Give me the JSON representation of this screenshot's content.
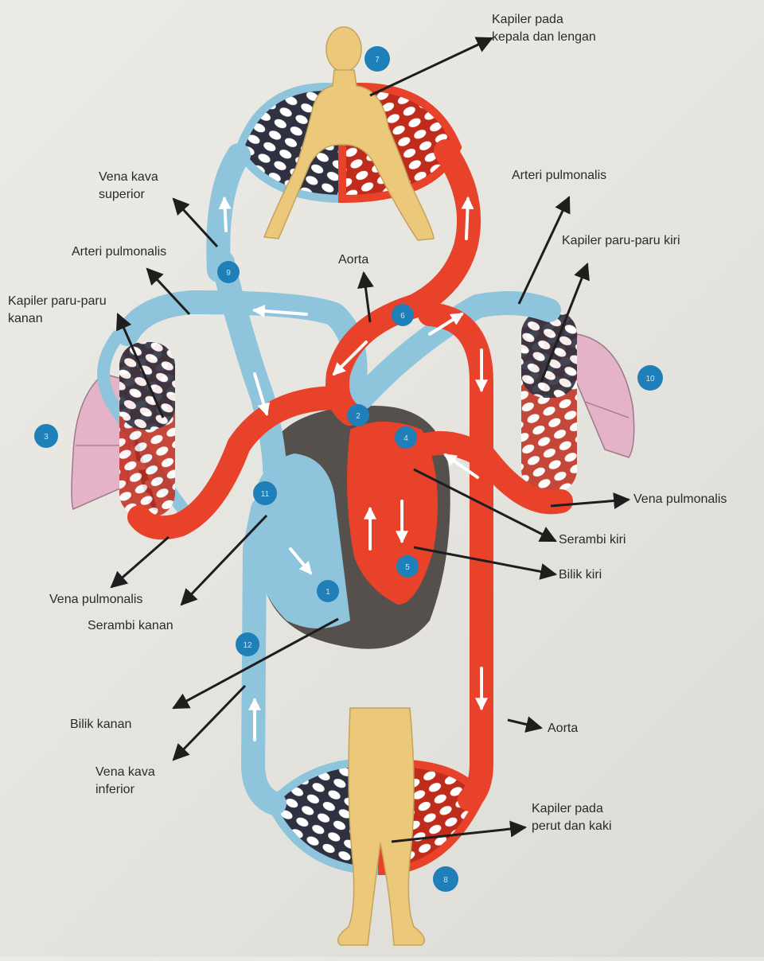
{
  "labels": {
    "kapiler_kepala": [
      "Kapiler pada",
      "kepala dan lengan"
    ],
    "vena_kava_superior": [
      "Vena kava",
      "superior"
    ],
    "arteri_pulmonalis_left": "Arteri pulmonalis",
    "kapiler_paru_kanan": [
      "Kapiler paru-paru",
      "kanan"
    ],
    "aorta_top": "Aorta",
    "arteri_pulmonalis_right": "Arteri pulmonalis",
    "kapiler_paru_kiri": "Kapiler paru-paru kiri",
    "vena_pulmonalis_right": "Vena pulmonalis",
    "serambi_kiri": "Serambi kiri",
    "bilik_kiri": "Bilik kiri",
    "vena_pulmonalis_left": "Vena pulmonalis",
    "serambi_kanan": "Serambi kanan",
    "bilik_kanan": "Bilik kanan",
    "vena_kava_inferior": [
      "Vena kava",
      "inferior"
    ],
    "aorta_bottom": "Aorta",
    "kapiler_perut": [
      "Kapiler pada",
      "perut dan kaki"
    ]
  },
  "markers": [
    "1",
    "2",
    "3",
    "4",
    "5",
    "6",
    "7",
    "8",
    "9",
    "10",
    "11",
    "12"
  ],
  "colors": {
    "artery": "#e8432a",
    "vein": "#8fc4dd",
    "body": "#ecc97a",
    "lung": "#e5b3c8",
    "heart_bg": "#55504c",
    "marker": "#1f7fb8",
    "arrow": "#1e1e1e"
  }
}
